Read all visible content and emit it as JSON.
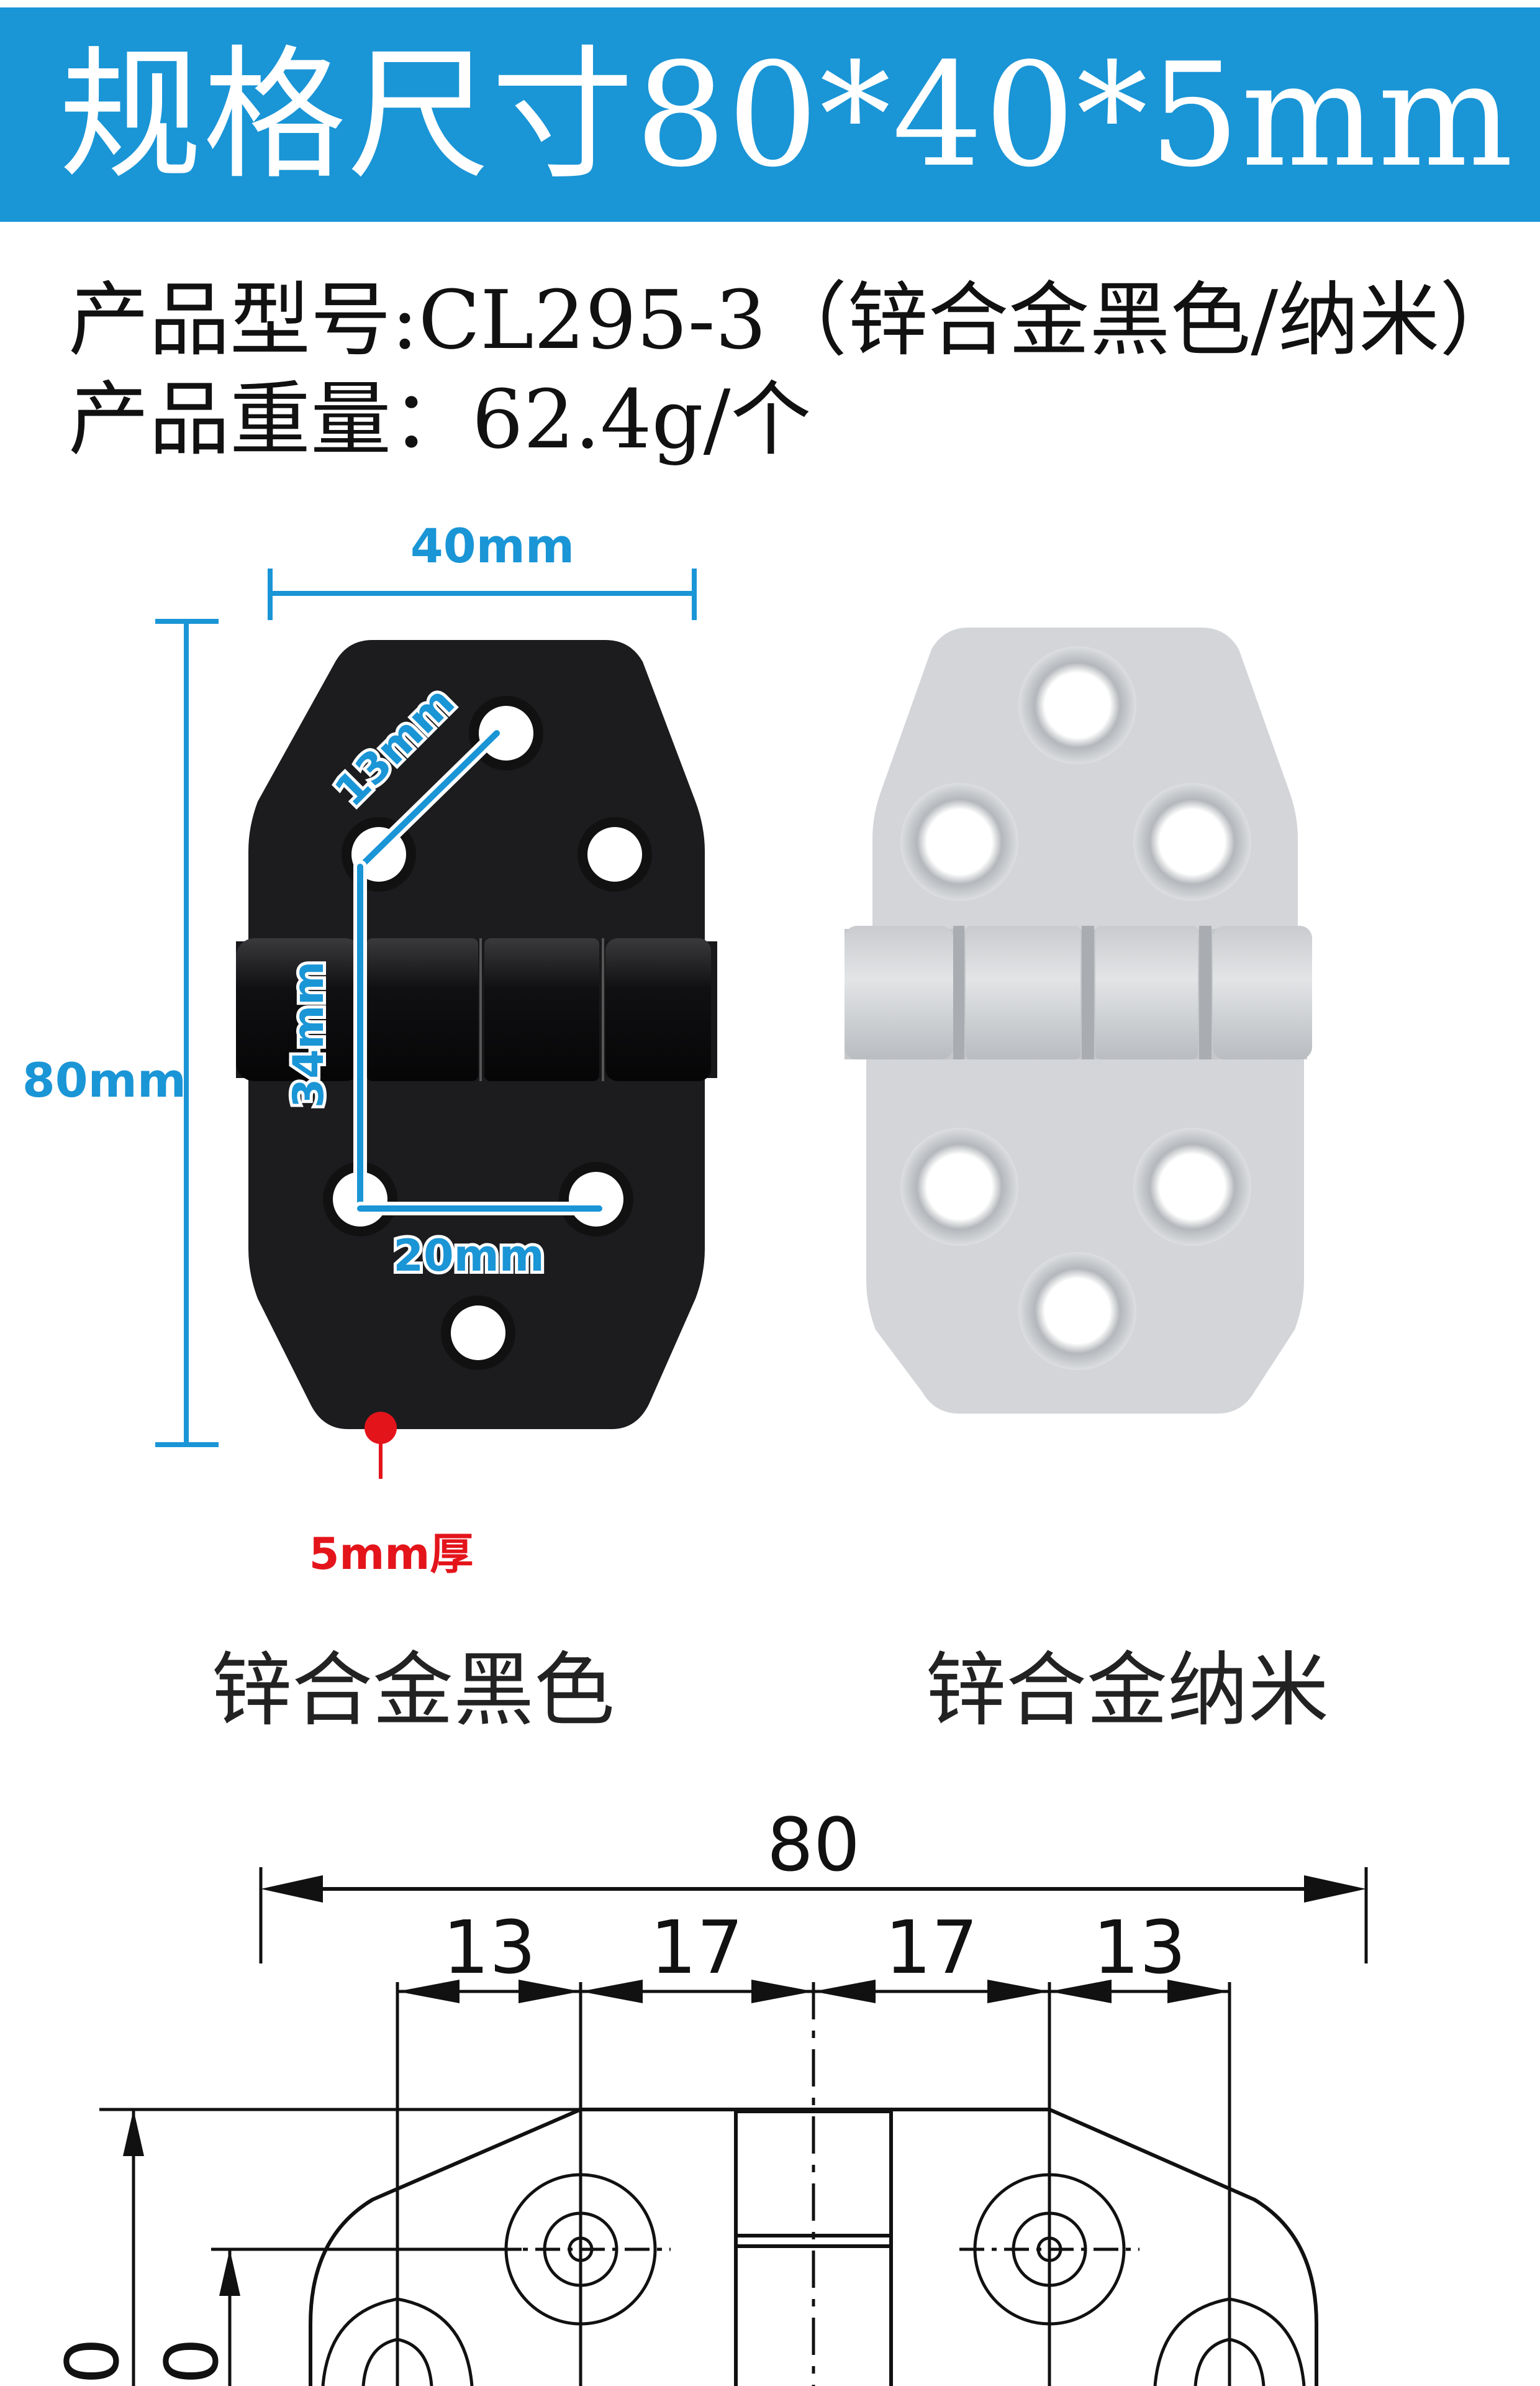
{
  "banner": {
    "title": "规格尺寸80*40*5mm"
  },
  "specs": {
    "model": "产品型号:CL295-3（锌合金黑色/纳米）",
    "weight": "产品重量：62.4g/个"
  },
  "photo_dimensions": {
    "width": "40mm",
    "height": "80mm",
    "diagonal": "13mm",
    "vertical": "34mm",
    "horizontal": "20mm",
    "thickness": "5mm厚"
  },
  "finishes": [
    {
      "label": "锌合金黑色",
      "color": "#1c1c1e"
    },
    {
      "label": "锌合金纳米",
      "color": "#d3d5d8"
    }
  ],
  "drawing": {
    "overall": "80",
    "segments": [
      "13",
      "17",
      "17",
      "13"
    ],
    "side_labels": [
      "0",
      "0"
    ]
  },
  "colors": {
    "brand_blue": "#1a95d6",
    "marker_red": "#e4141b"
  }
}
